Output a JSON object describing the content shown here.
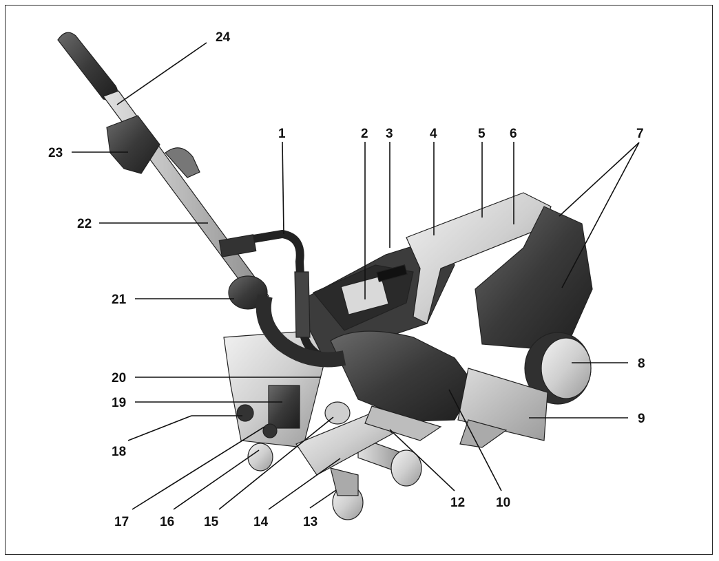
{
  "figure": {
    "callouts": [
      {
        "id": "1",
        "label": "1"
      },
      {
        "id": "2",
        "label": "2"
      },
      {
        "id": "3",
        "label": "3"
      },
      {
        "id": "4",
        "label": "4"
      },
      {
        "id": "5",
        "label": "5"
      },
      {
        "id": "6",
        "label": "6"
      },
      {
        "id": "7",
        "label": "7"
      },
      {
        "id": "8",
        "label": "8"
      },
      {
        "id": "9",
        "label": "9"
      },
      {
        "id": "10",
        "label": "10"
      },
      {
        "id": "12",
        "label": "12"
      },
      {
        "id": "13",
        "label": "13"
      },
      {
        "id": "14",
        "label": "14"
      },
      {
        "id": "15",
        "label": "15"
      },
      {
        "id": "16",
        "label": "16"
      },
      {
        "id": "17",
        "label": "17"
      },
      {
        "id": "18",
        "label": "18"
      },
      {
        "id": "19",
        "label": "19"
      },
      {
        "id": "20",
        "label": "20"
      },
      {
        "id": "21",
        "label": "21"
      },
      {
        "id": "22",
        "label": "22"
      },
      {
        "id": "23",
        "label": "23"
      },
      {
        "id": "24",
        "label": "24"
      }
    ]
  }
}
